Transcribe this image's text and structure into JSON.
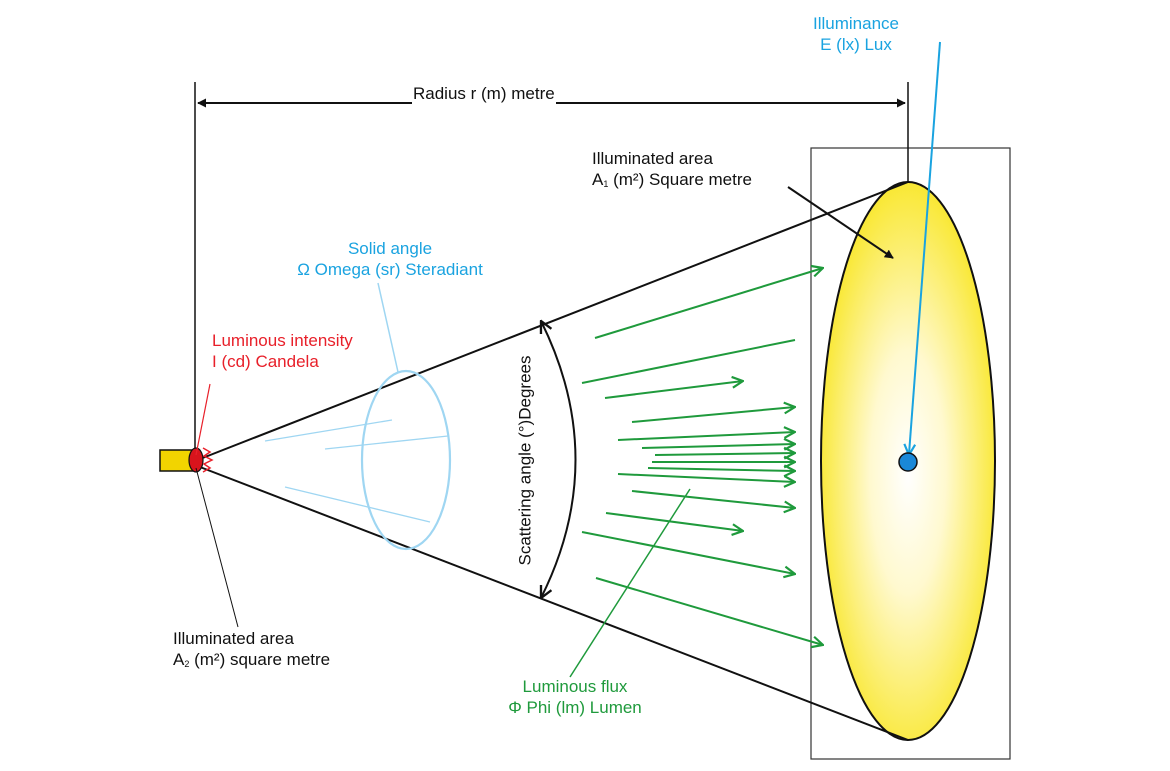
{
  "colors": {
    "outline": "#111111",
    "intensity": "#e8202a",
    "solid_angle": "#1aa3e0",
    "flux": "#1f9a3c",
    "area_fill": "#f7e200",
    "source_fill": "#f2d400",
    "illuminance_point": "#1a88d8"
  },
  "labels": {
    "illuminance_line1": "Illuminance",
    "illuminance_line2": "E (lx) Lux",
    "radius": "Radius r (m) metre",
    "area1_line1": "Illuminated area",
    "area1_symbol": "A",
    "area1_sub": "1",
    "area1_rest": " (m²) Square metre",
    "solid_angle_line1": "Solid angle",
    "solid_angle_line2": "Ω Omega (sr) Steradiant",
    "intensity_line1": "Luminous intensity",
    "intensity_line2": "I (cd) Candela",
    "scattering": "Scattering angle (°)Degrees",
    "area2_line1": "Illuminated area",
    "area2_symbol": "A",
    "area2_sub": "2",
    "area2_rest": " (m²) square metre",
    "flux_line1": "Luminous flux",
    "flux_line2": "Φ Phi (lm) Lumen"
  }
}
